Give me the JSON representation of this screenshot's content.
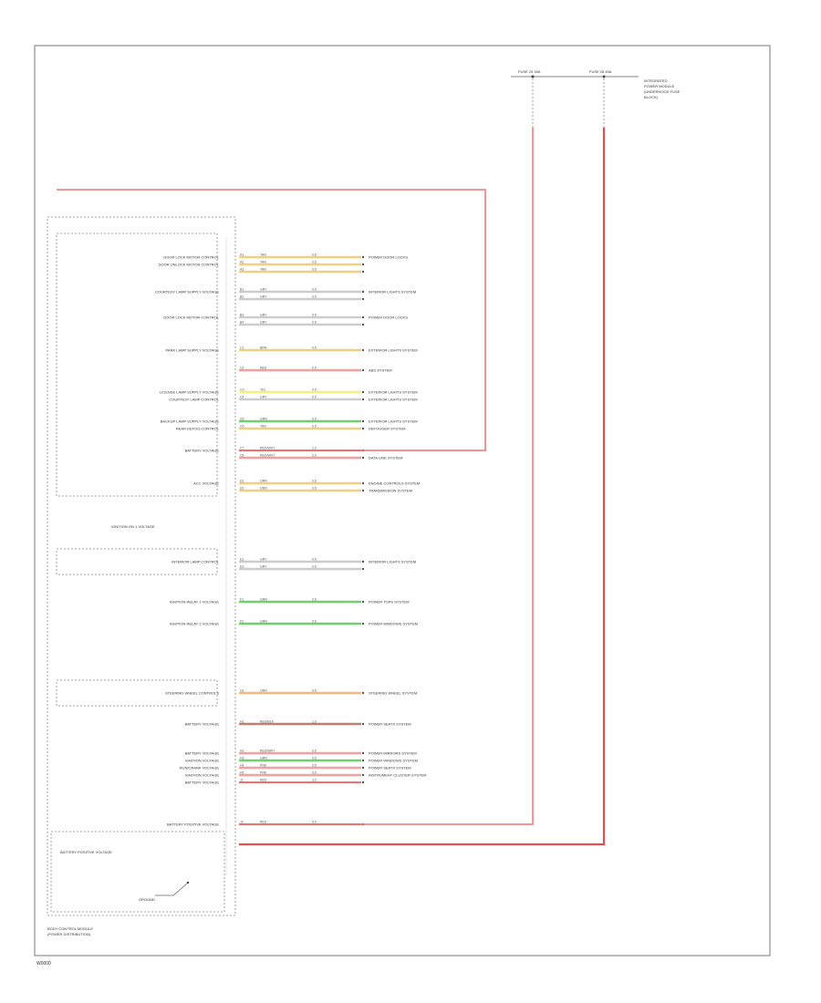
{
  "diagram": {
    "footer_code": "W0000",
    "module_label": [
      "BODY CONTROL MODULE",
      "(POWER DISTRIBUTION)"
    ],
    "fuse_block_label": [
      "INTEGRATED",
      "POWER MODULE",
      "(UNDERHOOD FUSE",
      "BLOCK)"
    ],
    "fuses": [
      {
        "label": "FUSE 25 30A"
      },
      {
        "label": "FUSE 26 40A"
      }
    ],
    "colors": {
      "frame": "#777777",
      "power": "#f07070",
      "red_org": "#f4a0a0",
      "tan": "#f0d080",
      "yellow": "#f2f080",
      "green": "#70d070",
      "gray": "#cccccc",
      "orange": "#f4b880",
      "brown": "#c08070"
    },
    "rows": [
      {
        "pin": "A1",
        "label": "DOOR LOCK MOTOR CONTROL",
        "color": "tan",
        "circuit": "TAN",
        "gauge": "0.5",
        "dest": "POWER DOOR LOCKS"
      },
      {
        "pin": "A2",
        "label": "DOOR UNLOCK MOTOR CONTROL",
        "color": "tan",
        "circuit": "TAN",
        "gauge": "0.5",
        "dest": ""
      },
      {
        "pin": "A3",
        "label": "",
        "color": "tan",
        "circuit": "TAN",
        "gauge": "0.5",
        "dest": ""
      },
      {
        "pin": "B1",
        "label": "COURTESY LAMP SUPPLY VOLTAGE",
        "color": "gray",
        "circuit": "GRY",
        "gauge": "0.5",
        "dest": "INTERIOR LIGHTS SYSTEM"
      },
      {
        "pin": "B2",
        "label": "",
        "color": "gray",
        "circuit": "GRY",
        "gauge": "0.5",
        "dest": ""
      },
      {
        "pin": "B3",
        "label": "DOOR LOCK MOTOR CONTROL",
        "color": "gray",
        "circuit": "GRY",
        "gauge": "0.5",
        "dest": "POWER DOOR LOCKS"
      },
      {
        "pin": "B4",
        "label": "",
        "color": "gray",
        "circuit": "GRY",
        "gauge": "0.5",
        "dest": ""
      },
      {
        "pin": "C1",
        "label": "PARK LAMP SUPPLY VOLTAGE",
        "color": "tan",
        "circuit": "BRN",
        "gauge": "0.5",
        "dest": "EXTERIOR LIGHTS SYSTEM"
      },
      {
        "pin": "C2",
        "label": "",
        "color": "red_org",
        "circuit": "RED",
        "gauge": "0.5",
        "dest": "ABS SYSTEM"
      },
      {
        "pin": "C3",
        "label": "LICENSE LAMP SUPPLY VOLTAGE",
        "color": "yellow",
        "circuit": "YEL",
        "gauge": "0.5",
        "dest": "EXTERIOR LIGHTS SYSTEM"
      },
      {
        "pin": "C4",
        "label": "COURTESY LAMP CONTROL",
        "color": "gray",
        "circuit": "GRY",
        "gauge": "0.5",
        "dest": "EXTERIOR LIGHTS SYSTEM"
      },
      {
        "pin": "C5",
        "label": "BACKUP LAMP SUPPLY VOLTAGE",
        "color": "green",
        "circuit": "GRN",
        "gauge": "0.5",
        "dest": "EXTERIOR LIGHTS SYSTEM"
      },
      {
        "pin": "C6",
        "label": "REAR DEFOG CONTROL",
        "color": "tan",
        "circuit": "TAN",
        "gauge": "0.5",
        "dest": "DEFOGGER SYSTEM"
      },
      {
        "pin": "C7",
        "label": "BATTERY VOLTAGE",
        "color": "power",
        "circuit": "RED/WHT",
        "gauge": "2.0",
        "dest": ""
      },
      {
        "pin": "C8",
        "label": "",
        "color": "red_org",
        "circuit": "RED/WHT",
        "gauge": "2.0",
        "dest": "DATA LINE SYSTEM"
      },
      {
        "pin": "D1",
        "label": "ACC VOLTAGE",
        "color": "tan",
        "circuit": "ORN",
        "gauge": "0.5",
        "dest": "ENGINE CONTROLS SYSTEM"
      },
      {
        "pin": "D2",
        "label": "",
        "color": "tan",
        "circuit": "ORN",
        "gauge": "0.5",
        "dest": "TRANSMISSION SYSTEM"
      },
      {
        "pin": "E1",
        "label": "INTERIOR LAMP CONTROL",
        "color": "gray",
        "circuit": "GRY",
        "gauge": "0.5",
        "dest": "INTERIOR LIGHTS SYSTEM"
      },
      {
        "pin": "E2",
        "label": "",
        "color": "gray",
        "circuit": "GRY",
        "gauge": "0.5",
        "dest": ""
      },
      {
        "pin": "F1",
        "label": "IGNITION RELAY 1 VOLTAGE",
        "color": "green",
        "circuit": "GRN",
        "gauge": "0.5",
        "dest": "POWER TOPS SYSTEM"
      },
      {
        "pin": "F2",
        "label": "IGNITION RELAY 2 VOLTAGE",
        "color": "green",
        "circuit": "GRN",
        "gauge": "0.5",
        "dest": "POWER WINDOWS SYSTEM"
      },
      {
        "pin": "G1",
        "label": "STEERING WHEEL CONTROLS",
        "color": "orange",
        "circuit": "ORN",
        "gauge": "0.5",
        "dest": "STEERING WHEEL SYSTEM"
      },
      {
        "pin": "H1",
        "label": "BATTERY VOLTAGE",
        "color": "brown",
        "circuit": "RED/BLK",
        "gauge": "1.0",
        "dest": "POWER SEATS SYSTEM"
      },
      {
        "pin": "H2",
        "label": "BATTERY VOLTAGE",
        "color": "red_org",
        "circuit": "RED/WHT",
        "gauge": "0.5",
        "dest": "POWER MIRRORS SYSTEM"
      },
      {
        "pin": "H3",
        "label": "IGNITION VOLTAGE",
        "color": "green",
        "circuit": "GRN",
        "gauge": "0.5",
        "dest": "POWER WINDOWS SYSTEM"
      },
      {
        "pin": "H4",
        "label": "RUN/CRANK VOLTAGE",
        "color": "red_org",
        "circuit": "PNK",
        "gauge": "0.5",
        "dest": "POWER SEATS SYSTEM"
      },
      {
        "pin": "H5",
        "label": "IGNITION VOLTAGE",
        "color": "red_org",
        "circuit": "PNK",
        "gauge": "0.5",
        "dest": "INSTRUMENT CLUSTER SYSTEM"
      },
      {
        "pin": "J1",
        "label": "BATTERY VOLTAGE",
        "color": "power",
        "circuit": "RED",
        "gauge": "3.0",
        "dest": ""
      },
      {
        "pin": "J2",
        "label": "BATTERY POSITIVE VOLTAGE",
        "color": "power",
        "circuit": "RED",
        "gauge": "5.0",
        "dest": ""
      }
    ],
    "extra_labels": {
      "ignition": "IGNITION ON 1 VOLTAGE",
      "ground": "GROUND",
      "battery_positive": "BATTERY POSITIVE VOLTAGE"
    }
  }
}
